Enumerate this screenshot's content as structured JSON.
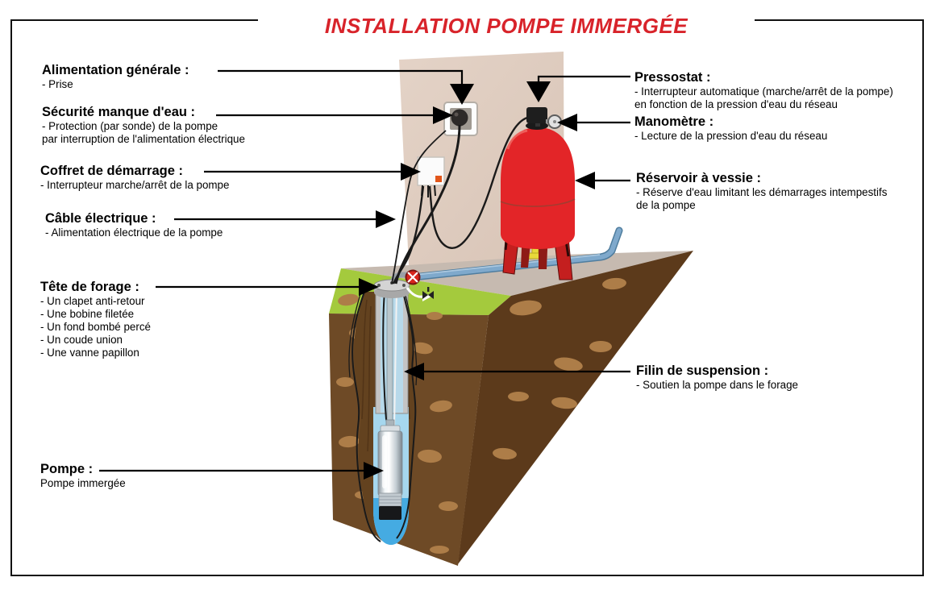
{
  "title": {
    "text": "INSTALLATION POMPE IMMERGÉE",
    "color": "#d8232a"
  },
  "labels": {
    "left": [
      {
        "heading": "Alimentation générale :",
        "lines": [
          "- Prise"
        ]
      },
      {
        "heading": "Sécurité manque d'eau :",
        "lines": [
          "- Protection (par sonde) de la pompe",
          "par interruption de l'alimentation électrique"
        ]
      },
      {
        "heading": "Coffret de démarrage :",
        "lines": [
          "- Interrupteur marche/arrêt de la pompe"
        ]
      },
      {
        "heading": "Câble électrique :",
        "lines": [
          "- Alimentation électrique de la pompe"
        ]
      },
      {
        "heading": "Tête de forage :",
        "lines": [
          "- Un clapet anti-retour",
          "- Une bobine filetée",
          "- Un fond bombé percé",
          "- Un coude union",
          "- Une vanne papillon"
        ]
      },
      {
        "heading": "Pompe :",
        "lines": [
          "Pompe immergée"
        ]
      }
    ],
    "right": [
      {
        "heading": "Pressostat :",
        "lines": [
          "- Interrupteur automatique (marche/arrêt de la pompe)",
          "en fonction de la pression d'eau du réseau"
        ]
      },
      {
        "heading": "Manomètre :",
        "lines": [
          "- Lecture de la pression d'eau du réseau"
        ]
      },
      {
        "heading": "Réservoir à vessie :",
        "lines": [
          "- Réserve d'eau limitant les démarrages intempestifs",
          "de la pompe"
        ]
      },
      {
        "heading": "Filin de suspension :",
        "lines": [
          "- Soutien la pompe dans le forage"
        ]
      }
    ]
  },
  "colors": {
    "title_red": "#d8232a",
    "tank_red": "#e32528",
    "grass_green": "#a4ca3d",
    "earth_brown": "#6e4a26",
    "earth_dark_brown": "#5c3a1b",
    "stone_tan": "#ad7d48",
    "floor_gray": "#c6bab0",
    "wall_beige": "#decabd",
    "pipe_blue": "#6f9cc4",
    "water_light_blue": "#a6d7ee",
    "water_deep_blue": "#45abe2",
    "fitting_yellow": "#e8d93a"
  }
}
